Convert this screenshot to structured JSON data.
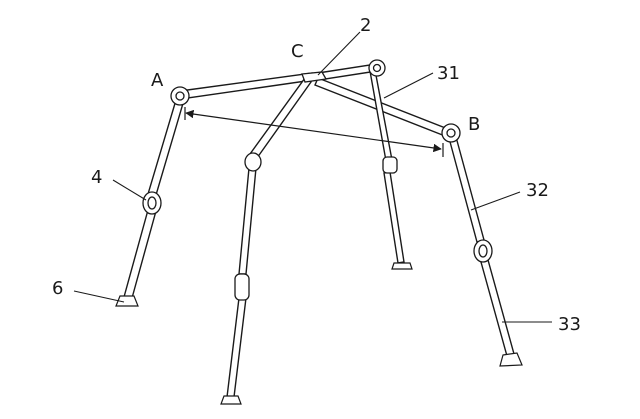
{
  "labels": {
    "point_a": "A",
    "point_b": "B",
    "point_c": "C",
    "part_2": "2",
    "part_31": "31",
    "part_32": "32",
    "part_33": "33",
    "part_4": "4",
    "part_6": "6"
  }
}
